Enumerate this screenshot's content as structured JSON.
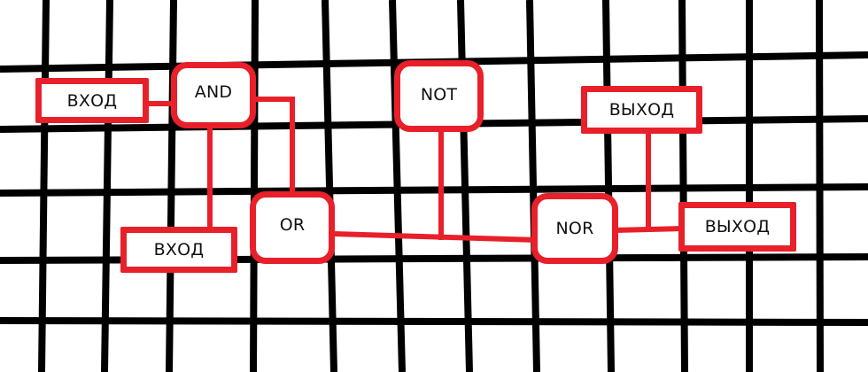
{
  "colors": {
    "grid": "#000000",
    "wire": "#e8202a",
    "node_border": "#e8202a",
    "node_fill": "#ffffff",
    "text": "#111111"
  },
  "nodes": {
    "input_1": {
      "label": "ВХОД",
      "kind": "input"
    },
    "input_2": {
      "label": "ВХОД",
      "kind": "input"
    },
    "gate_and": {
      "label": "AND",
      "kind": "gate"
    },
    "gate_or": {
      "label": "OR",
      "kind": "gate"
    },
    "gate_not": {
      "label": "NOT",
      "kind": "gate"
    },
    "gate_nor": {
      "label": "NOR",
      "kind": "gate"
    },
    "output_1": {
      "label": "ВЫХОД",
      "kind": "output"
    },
    "output_2": {
      "label": "ВЫХОД",
      "kind": "output"
    }
  },
  "connections": [
    {
      "from": "input_1",
      "to": "gate_and"
    },
    {
      "from": "gate_and",
      "to": "input_2"
    },
    {
      "from": "gate_and",
      "to": "gate_or"
    },
    {
      "from": "gate_or",
      "to": "gate_nor"
    },
    {
      "from": "gate_not",
      "to": "gate_nor"
    },
    {
      "from": "gate_nor",
      "to": "output_1"
    },
    {
      "from": "gate_nor",
      "to": "output_2"
    }
  ]
}
